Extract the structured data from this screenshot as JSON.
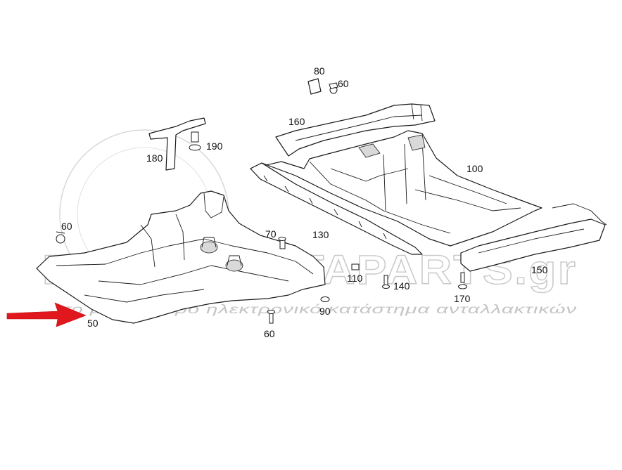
{
  "watermark": {
    "brand": "EUROKINHTAPARTS.gr",
    "tagline": "το μεγαλύτερο ηλεκτρονικό κατάστημα ανταλλακτικών"
  },
  "callouts": {
    "c80": "80",
    "c60_top": "60",
    "c160": "160",
    "c190": "190",
    "c180": "180",
    "c100": "100",
    "c60_left": "60",
    "c70": "70",
    "c130": "130",
    "c110": "110",
    "c140": "140",
    "c150": "150",
    "c170": "170",
    "c90": "90",
    "c50": "50",
    "c60_bottom": "60"
  },
  "colors": {
    "arrow": "#e0171d",
    "line": "#1a1a1a",
    "watermark": "#c9c9c9"
  }
}
